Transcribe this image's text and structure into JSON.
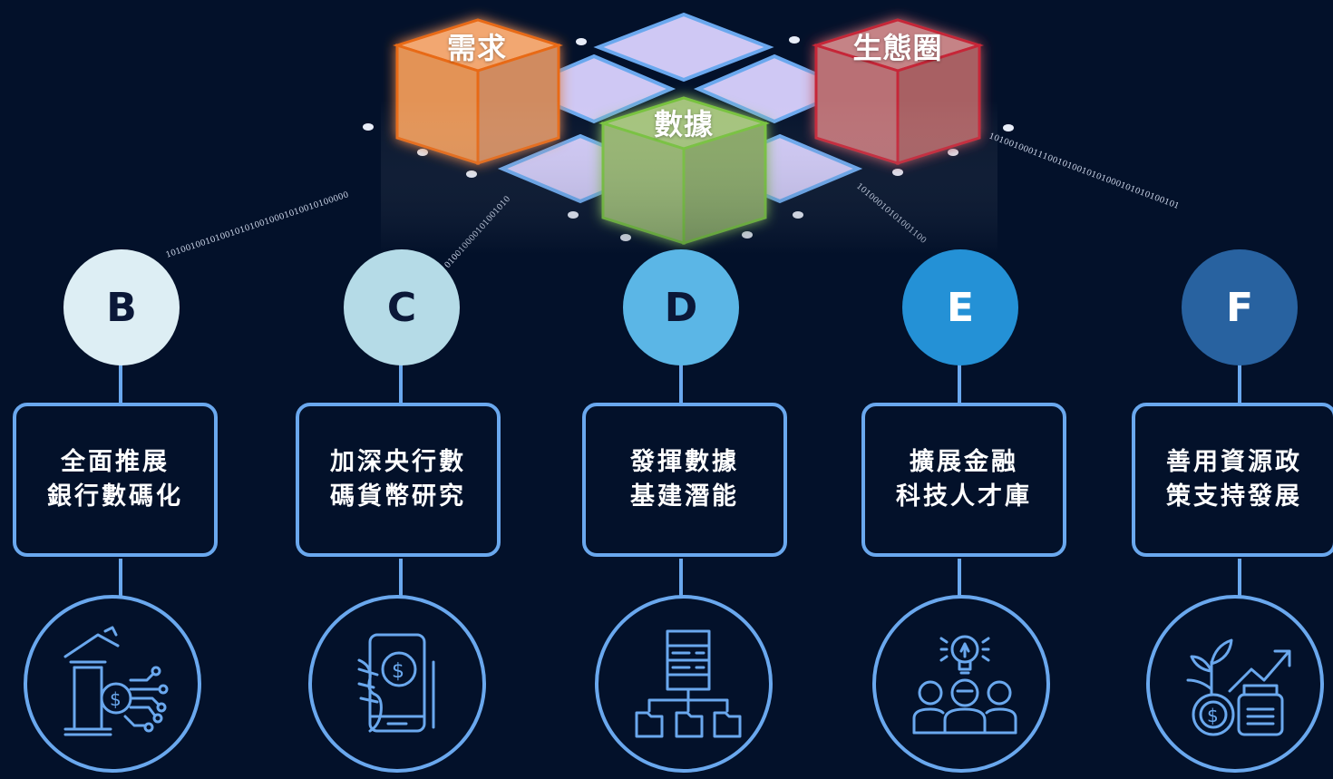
{
  "top_nodes": {
    "demand": "需求",
    "data": "數據",
    "ecosystem": "生態圈"
  },
  "binary_strings": [
    "1010010010100101010010001010010100000",
    "010010000101001010",
    "10100010101001100",
    "101001000111001010010101000101010100101"
  ],
  "branches": [
    {
      "letter": "B",
      "lines": [
        "全面推展",
        "銀行數碼化"
      ],
      "icon": "bank-digital-icon",
      "circle_color": "#ddeef4",
      "letter_color": "#0b1838"
    },
    {
      "letter": "C",
      "lines": [
        "加深央行數",
        "碼貨幣研究"
      ],
      "icon": "mobile-payment-icon",
      "circle_color": "#b5dbe7",
      "letter_color": "#0b1838"
    },
    {
      "letter": "D",
      "lines": [
        "發揮數據",
        "基建潛能"
      ],
      "icon": "server-network-icon",
      "circle_color": "#5bb6e6",
      "letter_color": "#0b1838"
    },
    {
      "letter": "E",
      "lines": [
        "擴展金融",
        "科技人才庫"
      ],
      "icon": "talent-team-icon",
      "circle_color": "#2491d6",
      "letter_color": "#ffffff"
    },
    {
      "letter": "F",
      "lines": [
        "善用資源政",
        "策支持發展"
      ],
      "icon": "growth-investment-icon",
      "circle_color": "#2862a0",
      "letter_color": "#ffffff"
    }
  ],
  "colors": {
    "background": "#03112a",
    "line": "#6aa8ee",
    "demand_cube": "#e8915a",
    "data_cube": "#93b468",
    "ecosystem_cube": "#b36a6d",
    "tile": "#c9c3f2"
  }
}
